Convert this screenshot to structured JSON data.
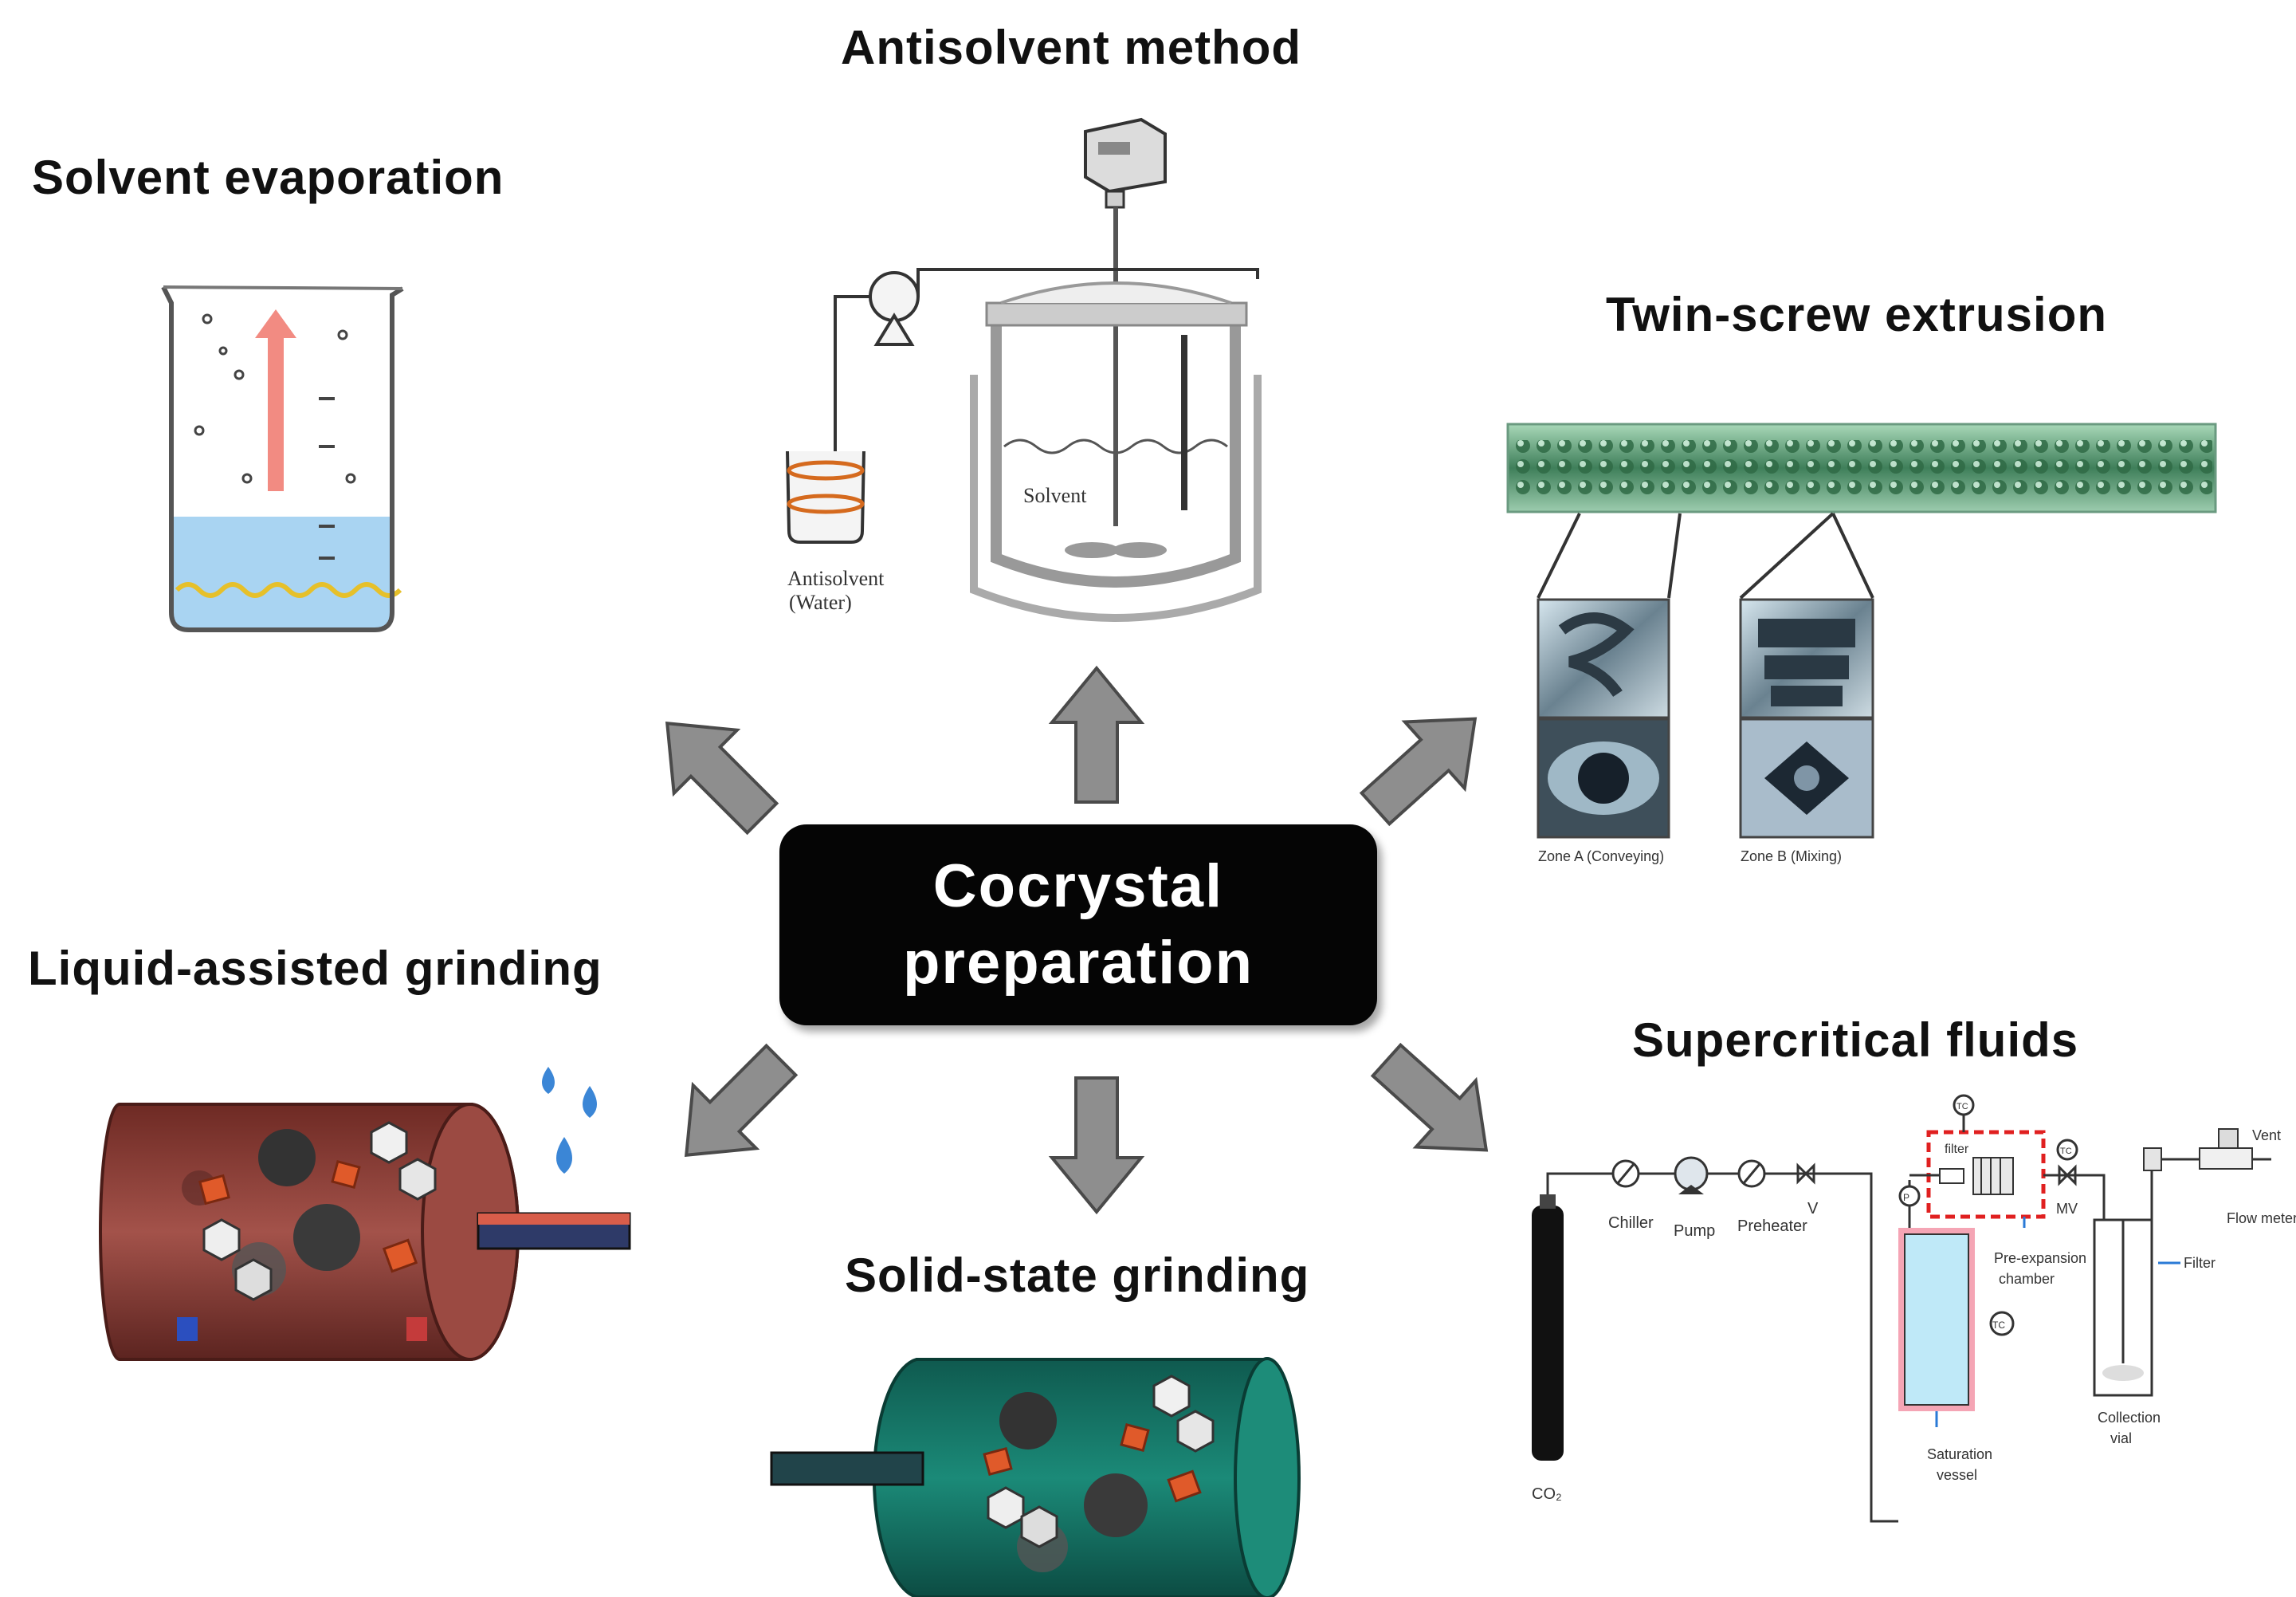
{
  "diagram": {
    "center_title_line1": "Cocrystal",
    "center_title_line2": "preparation",
    "methods": {
      "solvent_evaporation": "Solvent evaporation",
      "antisolvent_method": "Antisolvent method",
      "twin_screw_extrusion": "Twin-screw extrusion",
      "liquid_assisted_grinding": "Liquid-assisted grinding",
      "solid_state_grinding": "Solid-state grinding",
      "supercritical_fluids": "Supercritical fluids"
    },
    "antisolvent_labels": {
      "solvent": "Solvent",
      "antisolvent_line1": "Antisolvent",
      "antisolvent_line2": "(Water)"
    },
    "twin_screw_labels": {
      "zone_a": "Zone A (Conveying)",
      "zone_b": "Zone B (Mixing)"
    },
    "supercritical_labels": {
      "co2": "CO₂",
      "chiller": "Chiller",
      "pump": "Pump",
      "preheater": "Preheater",
      "v": "V",
      "p": "P",
      "tc": "TC",
      "filter_top": "filter",
      "mv": "MV",
      "vent": "Vent",
      "flow_meter": "Flow meter",
      "filter": "Filter",
      "pre_expansion_line1": "Pre-expansion",
      "pre_expansion_line2": "chamber",
      "saturation_line1": "Saturation",
      "saturation_line2": "vessel",
      "collection_line1": "Collection",
      "collection_line2": "vial"
    },
    "colors": {
      "arrow_fill": "#8e8e8e",
      "center_box": "#050505",
      "liquid_blue": "#a9d4f2",
      "red_arrow": "#f28b82",
      "mill_brown": "#8a3e36",
      "mill_green": "#167566",
      "saturation_cyan": "#bfe9f8",
      "dashed_red": "#e02020"
    }
  }
}
